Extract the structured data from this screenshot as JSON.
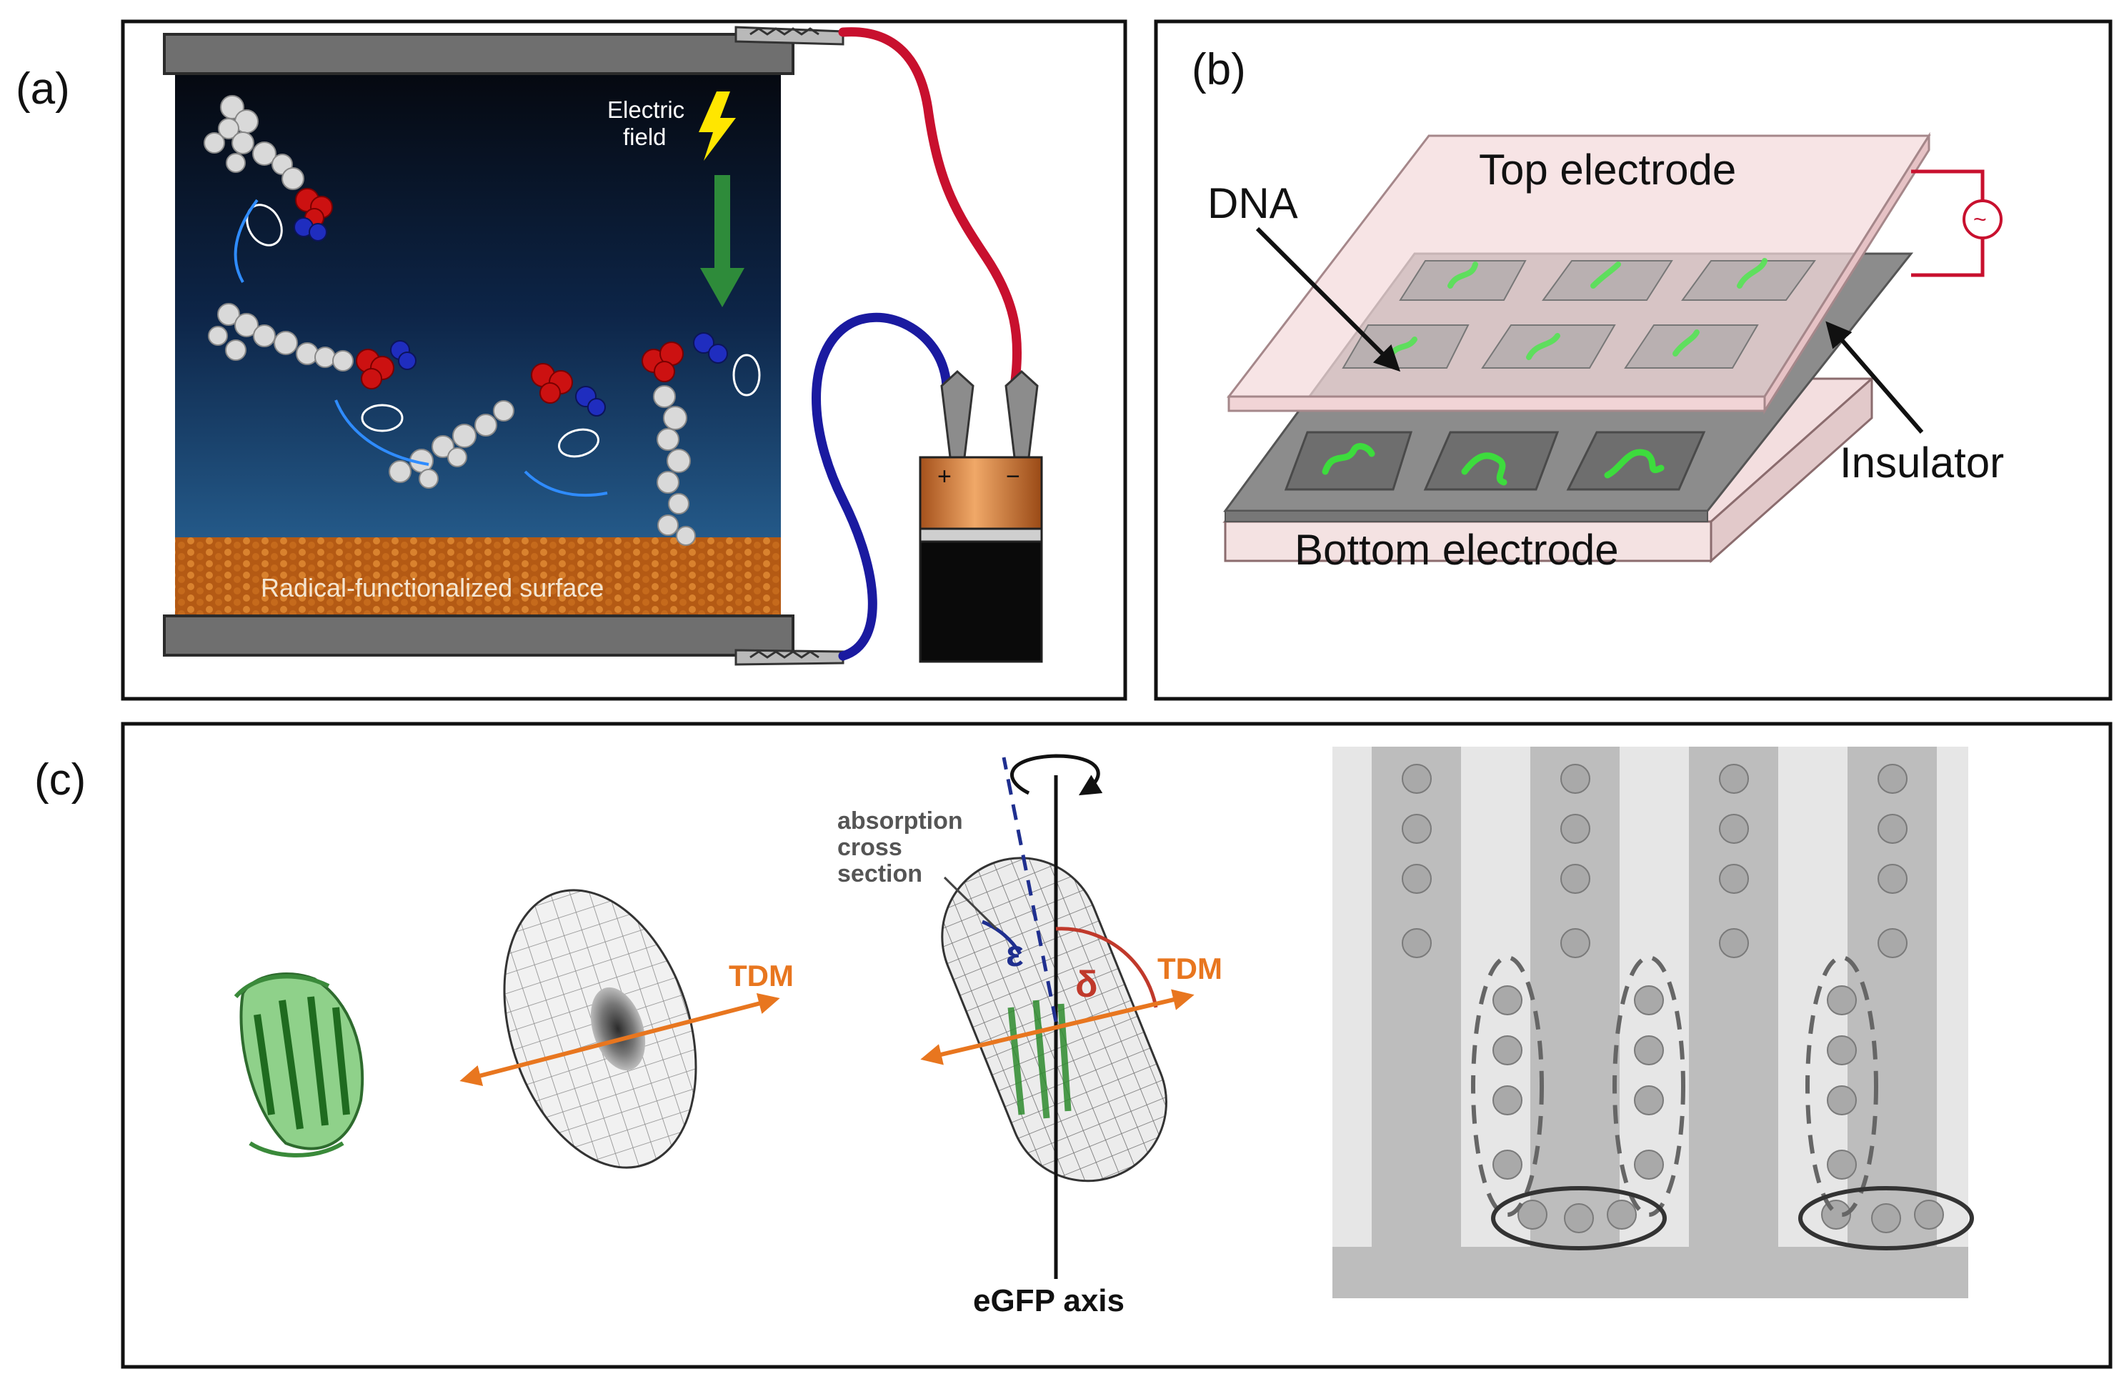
{
  "panels": {
    "a": {
      "label": "(a)",
      "electric_field": [
        "Electric",
        "field"
      ],
      "surface": "Radical-functionalized surface",
      "battery_plus": "+",
      "battery_minus": "−",
      "charge_plus": "+",
      "charge_minus": "−"
    },
    "b": {
      "label": "(b)",
      "top_electrode": "Top electrode",
      "bottom_electrode": "Bottom electrode",
      "dna": "DNA",
      "insulator": "Insulator",
      "ac_source": "~"
    },
    "c": {
      "label": "(c)",
      "tdm_left": "TDM",
      "tdm_right": "TDM",
      "absorption": [
        "absorption",
        "cross",
        "section"
      ],
      "epsilon": "ε",
      "delta": "δ",
      "axis": "eGFP axis"
    }
  },
  "colors": {
    "field_arrow": "#2e8b3a",
    "lightning": "#ffe600",
    "wire_red": "#c8102e",
    "wire_blue": "#1a1aa0",
    "tdm_orange": "#e8761f",
    "dna_green": "#3ddc3d",
    "protein_green": "#4caf50",
    "absorption_blue": "#1f2f8f",
    "delta_red": "#c0392b"
  }
}
